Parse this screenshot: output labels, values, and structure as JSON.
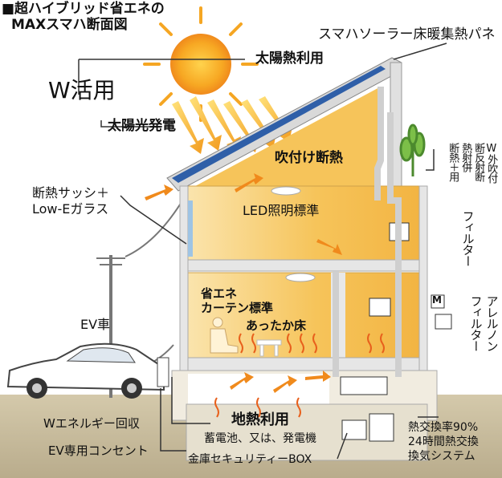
{
  "title": {
    "line1": "■超ハイブリッド省エネの",
    "line2": "MAXスマハ断面図"
  },
  "labels": {
    "w_use": "W活用",
    "solar_heat": "太陽熱利用",
    "solar_power": "太陽光発電",
    "smaha_panel": "スマハソーラー床暖集熱パネ",
    "blown_insulation": "吹付け断熱",
    "sash_line1": "断熱サッシ＋",
    "sash_line2": "Low-Eガラス",
    "led": "LED照明標準",
    "curtain_line1": "省エネ",
    "curtain_line2": "カーテン標準",
    "warm_floor": "あったか床",
    "ev_car": "EV車",
    "filter": "フィルター",
    "allergen_filter_col1": "アレルノン",
    "allergen_filter_col2": "フィルター",
    "wall_insulation_col1": "W外吹付",
    "wall_insulation_col2": "断反射断",
    "wall_insulation_col3": "熱射併",
    "wall_insulation_col4": "断熱＋用",
    "m_badge": "M",
    "geothermal": "地熱利用",
    "battery": "蓄電池、又は、発電機",
    "safe_box": "金庫セキュリティーBOX",
    "w_energy": "Wエネルギー回収",
    "ev_outlet": "EV専用コンセント",
    "hx_line1": "熱交換率90%",
    "hx_line2": "24時間熱交換",
    "hx_line3": "換気システム"
  },
  "colors": {
    "house_fill": "#f6c45a",
    "house_glow": "#fbe7b0",
    "sun": "#f5a623",
    "arrow": "#f08a1c",
    "panel": "#2f5fa8",
    "ground": "#cbbf9f"
  }
}
